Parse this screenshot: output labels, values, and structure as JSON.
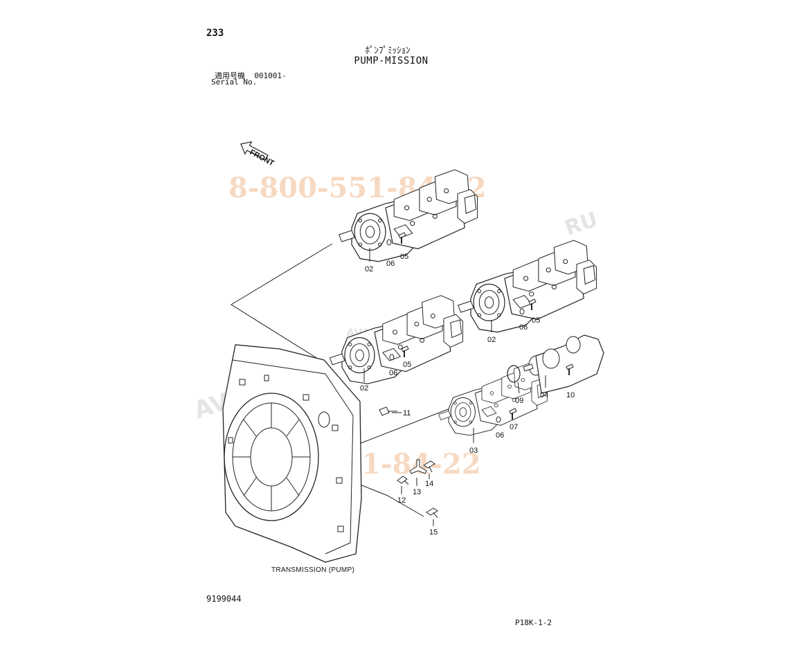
{
  "header": {
    "page_number": "233",
    "title_jp": "ﾎﾟﾝﾌﾟﾐｯｼｮﾝ",
    "title_en": "PUMP-MISSION",
    "serial_label_jp": "適用号機",
    "serial_value": "001001-",
    "serial_label_en": "Serial No."
  },
  "diagram": {
    "front_label": "FRONT",
    "transmission_caption": "TRANSMISSION (PUMP)",
    "callouts": {
      "pump_a_main": "02",
      "pump_a_washer": "06",
      "pump_a_bolt": "05",
      "pump_b_main": "02",
      "pump_b_washer": "06",
      "pump_b_bolt": "05",
      "pump_c_main": "02",
      "pump_c_washer": "06",
      "pump_c_bolt": "05",
      "pump_d_main": "03",
      "pump_d_washer": "06",
      "pump_d_bolt": "07",
      "gear_pump": "04",
      "gear_pump_bolt": "10",
      "o_ring": "09",
      "fitting_11": "11",
      "fitting_12": "12",
      "fitting_13": "13",
      "fitting_14": "14",
      "fitting_15": "15"
    },
    "watermarks": {
      "phone_top": "8-800-551-84-22",
      "phone_bottom": "8-800-551-84-22",
      "site_diagonal": "AVANTI",
      "site_right": "RU",
      "center_logo": "AVANTI PARTSUBB"
    }
  },
  "footer": {
    "document_number": "9199044",
    "sheet_code": "P18K-1-2"
  }
}
